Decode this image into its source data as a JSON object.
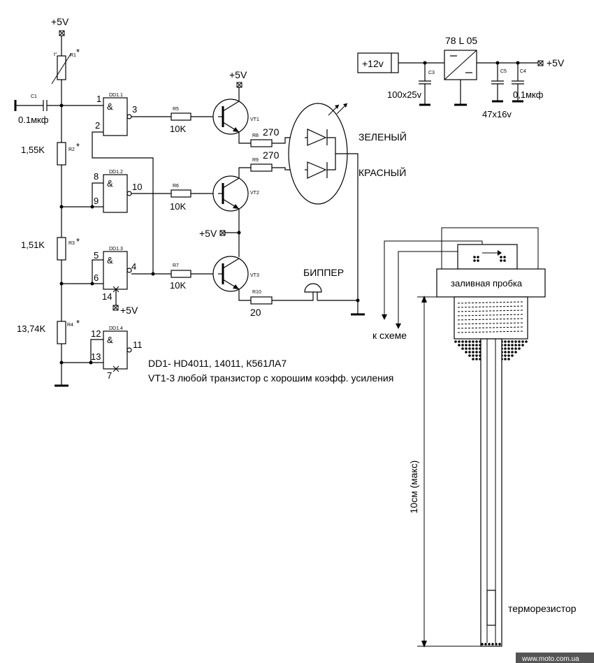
{
  "power": {
    "vcc_top": "+5V",
    "vcc_vt1": "+5V",
    "vcc_vt3": "+5V",
    "vcc_pin14": "+5V",
    "vin": "+12v",
    "vout": "+5V"
  },
  "components": {
    "r1": {
      "ref": "R1",
      "star": "*",
      "t_mark": "t°"
    },
    "r2": {
      "ref": "R2",
      "value": "1,55K",
      "star": "*"
    },
    "r3": {
      "ref": "R3",
      "value": "1,51K",
      "star": "*"
    },
    "r4": {
      "ref": "R4",
      "value": "13,74K",
      "star": "*"
    },
    "c1": {
      "ref": "C1",
      "value": "0.1мкф"
    },
    "r5": {
      "ref": "R5",
      "value": "10K"
    },
    "r6": {
      "ref": "R6",
      "value": "10K"
    },
    "r7": {
      "ref": "R7",
      "value": "10K"
    },
    "r8": {
      "ref": "R8",
      "value": "270"
    },
    "r9": {
      "ref": "R9",
      "value": "270"
    },
    "r10": {
      "ref": "R10",
      "value": "20"
    },
    "vt1": {
      "ref": "VT1"
    },
    "vt2": {
      "ref": "VT2"
    },
    "vt3": {
      "ref": "VT3"
    },
    "c3": {
      "ref": "C3",
      "value": "100x25v"
    },
    "c5": {
      "ref": "C5",
      "value": "47x16v"
    },
    "c4": {
      "ref": "C4",
      "value": "0,1мкф"
    },
    "regulator": {
      "name": "78 L 05"
    }
  },
  "gates": [
    {
      "ref": "DD1.1",
      "symbol": "&",
      "in_a": "1",
      "in_b": "2",
      "out": "3"
    },
    {
      "ref": "DD1.2",
      "symbol": "&",
      "in_a": "8",
      "in_b": "9",
      "out": "10"
    },
    {
      "ref": "DD1.3",
      "symbol": "&",
      "in_a": "5",
      "in_b": "6",
      "out": "4",
      "vcc_pin": "14"
    },
    {
      "ref": "DD1.4",
      "symbol": "&",
      "in_a": "12",
      "in_b": "13",
      "out": "11",
      "gnd_pin": "7"
    }
  ],
  "labels": {
    "green": "ЗЕЛЕНЫЙ",
    "red": "КРАСНЫЙ",
    "beeper": "БИППЕР",
    "note1": "DD1-  HD4011, 14011, К561ЛА7",
    "note2": "VT1-3 любой транзистор с хорошим коэфф. усиления"
  },
  "sensor": {
    "cap_label": "заливная пробка",
    "to_circuit": "к схеме",
    "length": "10см (макс)",
    "thermistor": "терморезистор"
  },
  "watermark": "www.moto.com.ua"
}
